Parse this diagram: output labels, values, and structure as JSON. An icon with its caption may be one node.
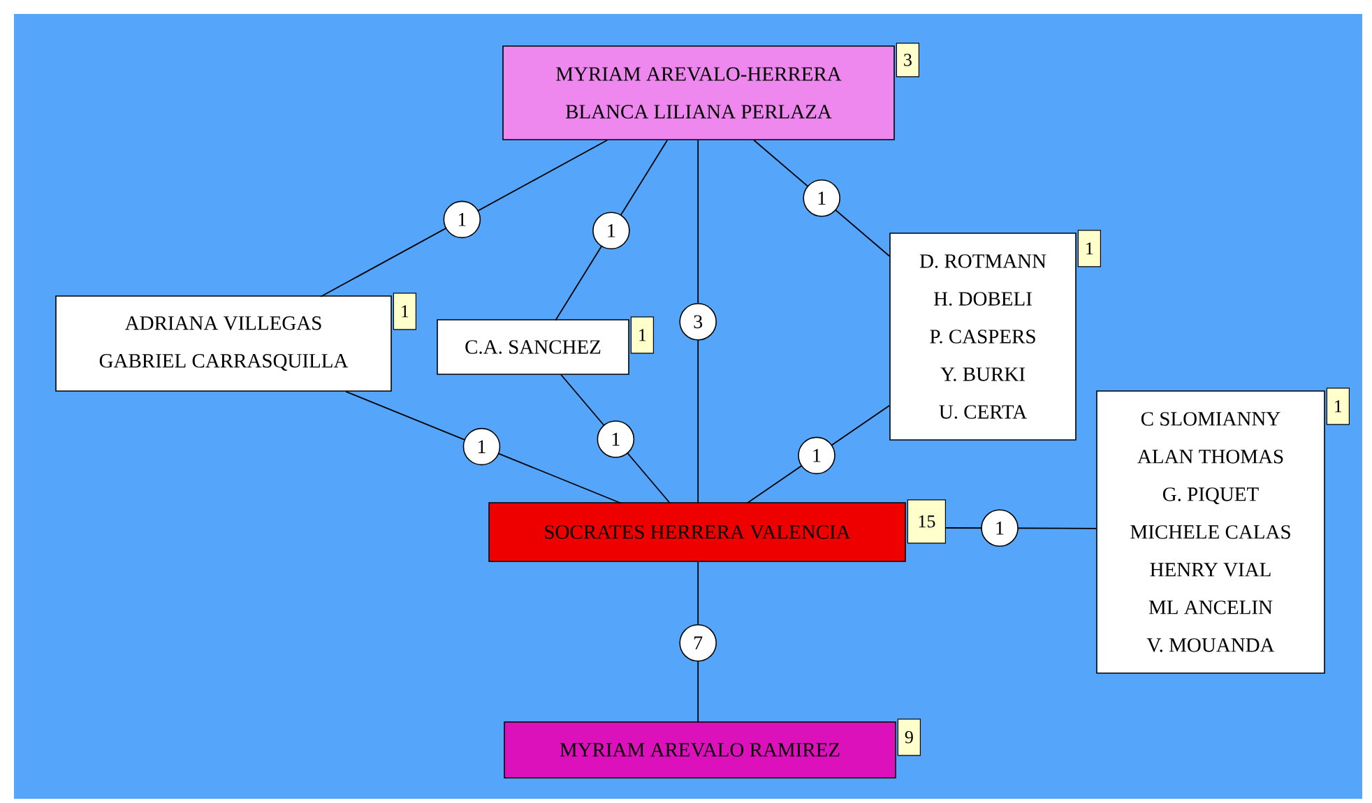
{
  "diagram": {
    "nodes": [
      {
        "text": [
          "MYRIAM AREVALO-HERRERA",
          "BLANCA LILIANA PERLAZA"
        ],
        "beside": [
          "3"
        ]
      },
      {
        "text": [
          "ADRIANA VILLEGAS",
          "GABRIEL CARRASQUILLA"
        ],
        "beside": [
          "1"
        ]
      },
      {
        "text": [
          "C.A. SANCHEZ"
        ],
        "beside": [
          "1"
        ]
      },
      {
        "text": [
          "D. ROTMANN",
          "H. DOBELI",
          "P. CASPERS",
          "Y. BURKI",
          "U. CERTA"
        ],
        "beside": [
          "1"
        ]
      },
      {
        "text": [
          "SOCRATES HERRERA VALENCIA"
        ],
        "beside": [
          "15"
        ]
      },
      {
        "text": [
          "C SLOMIANNY",
          "ALAN THOMAS",
          "G. PIQUET",
          "MICHELE CALAS",
          "HENRY VIAL",
          "ML ANCELIN",
          "V. MOUANDA"
        ],
        "beside": [
          "1"
        ]
      },
      {
        "text": [
          "MYRIAM AREVALO RAMIREZ"
        ],
        "beside": [
          "9"
        ]
      }
    ],
    "edges": [
      {
        "from": 0,
        "to": 1,
        "arrow": "none",
        "label": "1"
      },
      {
        "from": 0,
        "to": 2,
        "arrow": "none",
        "label": "1"
      },
      {
        "from": 0,
        "to": 4,
        "arrow": "none",
        "label": "3"
      },
      {
        "from": 0,
        "to": 3,
        "arrow": "none",
        "label": "1"
      },
      {
        "from": 1,
        "to": 4,
        "arrow": "none",
        "label": "1"
      },
      {
        "from": 2,
        "to": 4,
        "arrow": "none",
        "label": "1"
      },
      {
        "from": 3,
        "to": 4,
        "arrow": "none",
        "label": "1"
      },
      {
        "from": 4,
        "to": 5,
        "arrow": "none",
        "label": "1"
      },
      {
        "from": 4,
        "to": 6,
        "arrow": "none",
        "label": "7"
      }
    ]
  }
}
